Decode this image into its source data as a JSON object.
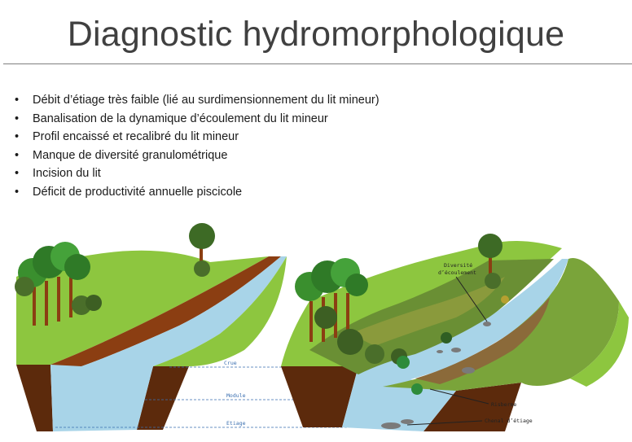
{
  "title": "Diagnostic hydromorphologique",
  "bullets": [
    "Débit d’étiage très faible (lié au surdimensionnement du lit mineur)",
    "Banalisation de la dynamique d’écoulement du lit mineur",
    "Profil encaissé et recalibré du lit mineur",
    "Manque de diversité granulométrique",
    "Incision du lit",
    "Déficit de productivité annuelle piscicole"
  ],
  "levels": {
    "crue": "Crue",
    "module": "Module",
    "etiage": "Etiage"
  },
  "annotations": {
    "diversite_line1": "Diversité",
    "diversite_line2": "d’écoulement",
    "risberme": "Risberme",
    "chenal": "Chenal d’étiage"
  },
  "colors": {
    "grass": "#8dc63f",
    "earth": "#8b3e12",
    "soil_dark": "#5c2a0c",
    "water": "#a8d4e8",
    "level_line": "#3a6fb0"
  }
}
